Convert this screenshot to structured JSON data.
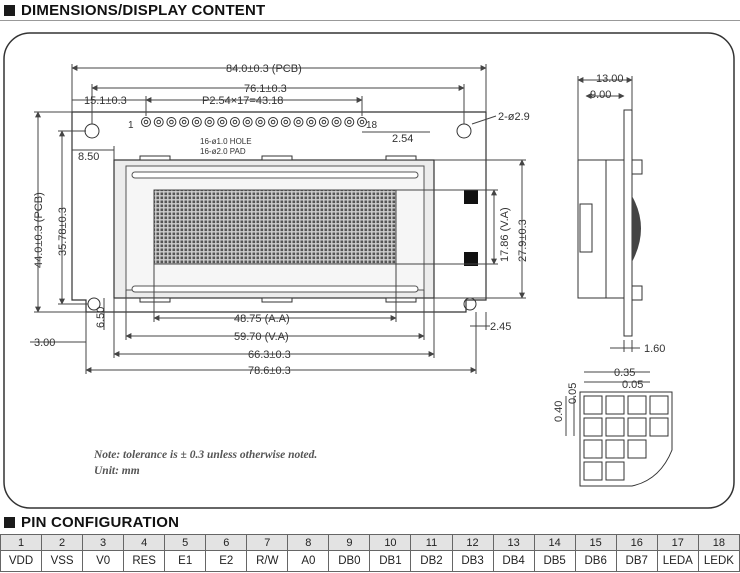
{
  "sections": {
    "dimensions_title": "DIMENSIONS/DISPLAY CONTENT",
    "pins_title": "PIN CONFIGURATION"
  },
  "dims": {
    "pcb_w": "84.0±0.3 (PCB)",
    "pin_span": "76.1±0.3",
    "pitch": "P2.54×17=43.18",
    "offset": "15.1±0.3",
    "hole": "2-ø2.9",
    "pin_edge": "2.54",
    "pin_left": "1",
    "pin_right": "18",
    "hole_note1": "16-ø1.0 HOLE",
    "hole_note2": "16-ø2.0 PAD",
    "left_margin": "8.50",
    "pcb_h": "44.0±0.3 (PCB)",
    "inner_h": "35.78±0.3",
    "aa_h": "17.86 (V.A)",
    "va_h": "27.9±0.3",
    "bot_gap": "6.50",
    "left_bottom": "3.00",
    "right_bottom": "2.45",
    "aa_w": "48.75 (A.A)",
    "va_w": "59.70 (V.A)",
    "bezel_w": "66.3±0.3",
    "outline_w": "78.6±0.3",
    "side_13": "13.00",
    "side_9": "9.00",
    "side_160": "1.60",
    "dot_035": "0.35",
    "dot_005a": "0.05",
    "dot_040": "0.40",
    "dot_005b": "0.05",
    "note": "Note: tolerance is ± 0.3 unless otherwise noted.",
    "unit": "Unit: mm"
  },
  "pins": {
    "numbers": [
      "1",
      "2",
      "3",
      "4",
      "5",
      "6",
      "7",
      "8",
      "9",
      "10",
      "11",
      "12",
      "13",
      "14",
      "15",
      "16",
      "17",
      "18"
    ],
    "signals": [
      "VDD",
      "VSS",
      "V0",
      "RES",
      "E1",
      "E2",
      "R/W",
      "A0",
      "DB0",
      "DB1",
      "DB2",
      "DB3",
      "DB4",
      "DB5",
      "DB6",
      "DB7",
      "LEDA",
      "LEDK"
    ]
  }
}
